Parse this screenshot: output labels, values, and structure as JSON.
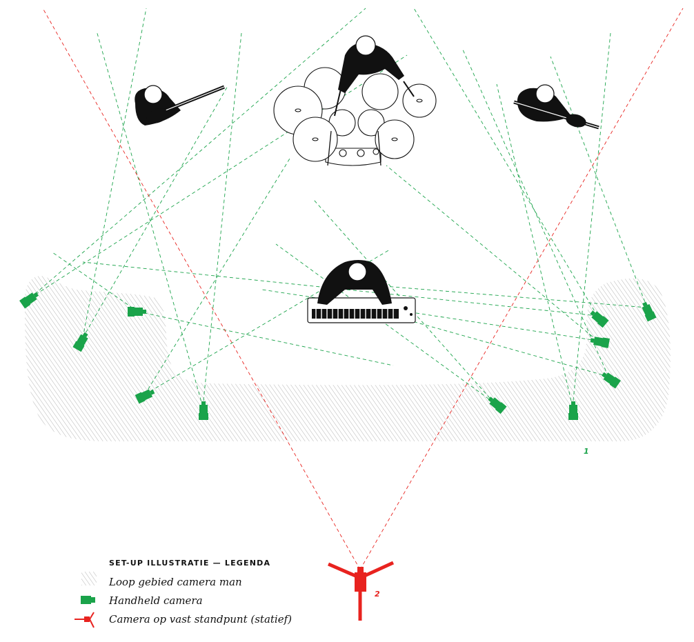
{
  "legend": {
    "title": "SET-UP ILLUSTRATIE — LEGENDA",
    "items": [
      {
        "label": "Loop gebied camera man",
        "icon": "hatched-area-icon"
      },
      {
        "label": "Handheld camera",
        "icon": "handheld-camera-icon"
      },
      {
        "label": "Camera op vast standpunt (statief)",
        "icon": "tripod-camera-icon"
      }
    ]
  },
  "markers": {
    "handheld_group": "1",
    "tripod": "2"
  },
  "performers": [
    "guitarist-left",
    "drummer",
    "guitarist-right",
    "keyboardist"
  ],
  "colors": {
    "handheld": "#1aa34a",
    "tripod": "#e8231f",
    "area_hatch": "#b8b8b8",
    "figure": "#111111"
  }
}
